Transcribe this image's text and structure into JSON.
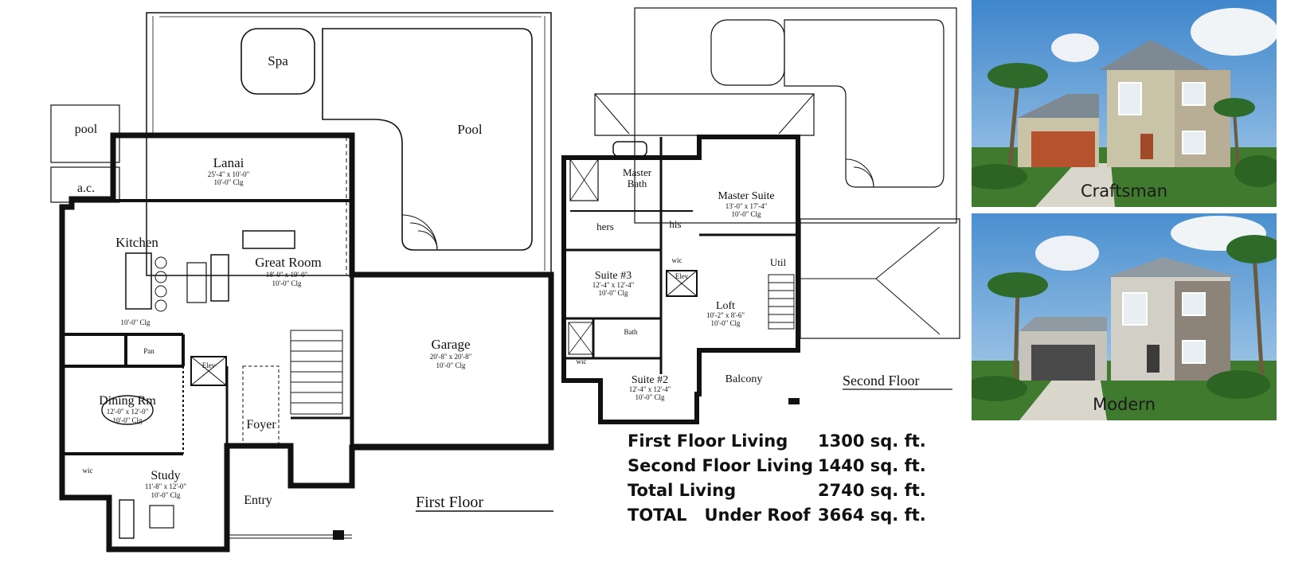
{
  "first_floor": {
    "title": "First Floor",
    "rooms": {
      "spa": "Spa",
      "pool": "Pool",
      "pool_equip_1": "pool",
      "pool_equip_2": "a.c.",
      "lanai": "Lanai",
      "lanai_dims": "25'-4\" x 10'-0\"",
      "lanai_clg": "10'-0\" Clg",
      "kitchen": "Kitchen",
      "kitchen_clg": "10'-0\" Clg",
      "great_room": "Great Room",
      "great_room_dims": "18'-0\" x 19'-0\"",
      "great_room_clg": "10'-0\" Clg",
      "pantry": "Pan",
      "elevator": "Elev",
      "dining": "Dining Rm",
      "dining_dims": "12'-0\" x 12'-0\"",
      "dining_clg": "10'-0\" Clg",
      "foyer": "Foyer",
      "garage": "Garage",
      "garage_dims": "20'-8\" x 20'-8\"",
      "garage_clg": "10'-0\" Clg",
      "study": "Study",
      "study_dims": "11'-8\" x 12'-0\"",
      "study_clg": "10'-0\" Clg",
      "wic": "wic",
      "entry": "Entry"
    }
  },
  "second_floor": {
    "title": "Second Floor",
    "rooms": {
      "master_bath": "Master Bath",
      "master_bath_line1": "Master",
      "master_bath_line2": "Bath",
      "master_suite": "Master Suite",
      "master_suite_dims": "13'-0\" x 17'-4\"",
      "master_suite_clg": "10'-0\" Clg",
      "hers": "hers",
      "his": "his",
      "wic": "wic",
      "elevator": "Elev",
      "util": "Util",
      "suite3": "Suite #3",
      "suite3_dims": "12'-4\" x 12'-4\"",
      "suite3_clg": "10'-0\" Clg",
      "loft": "Loft",
      "loft_dims": "10'-2\" x 8'-6\"",
      "loft_clg": "10'-0\" Clg",
      "bath": "Bath",
      "suite2": "Suite #2",
      "suite2_dims": "12'-4\" x 12'-4\"",
      "suite2_clg": "10'-0\" Clg",
      "balcony": "Balcony"
    }
  },
  "square_footage": [
    {
      "label": "First Floor Living",
      "value": "1300 sq. ft."
    },
    {
      "label": "Second Floor Living",
      "value": "1440 sq. ft."
    },
    {
      "label": "Total Living",
      "value": "2740 sq. ft."
    },
    {
      "label": "TOTAL   Under Roof",
      "value": "3664 sq. ft."
    }
  ],
  "renderings": [
    {
      "caption": "Craftsman"
    },
    {
      "caption": "Modern"
    }
  ],
  "colors": {
    "wall": "#111111",
    "sky": "#5b9bd5",
    "grass": "#3f7a2e",
    "craftsman_body": "#c9c3a8",
    "garage_door_craftsman": "#b5532f",
    "garage_door_modern": "#4a4a4a"
  }
}
